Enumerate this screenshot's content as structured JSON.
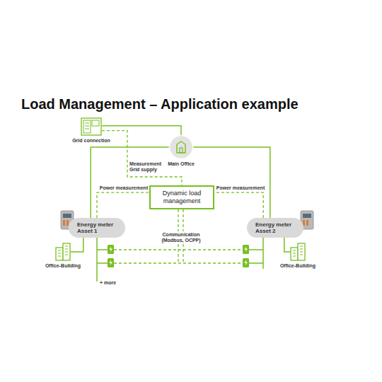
{
  "diagram": {
    "title": "Load Management – Application example",
    "nodes": [
      {
        "text": [
          "Grid connection"
        ]
      },
      {
        "text": [
          "Main Office"
        ]
      },
      {
        "text": [
          "Dynamic load management"
        ]
      },
      {
        "text": [
          "Energy meter Asset 1"
        ]
      },
      {
        "text": [
          "Energy meter Asset 2"
        ]
      },
      {
        "text": [
          "Office-Building"
        ]
      },
      {
        "text": [
          "Office-Building"
        ]
      }
    ],
    "edges": [
      {
        "from": 0,
        "to": 1,
        "arrow": "none"
      },
      {
        "from": 1,
        "to": 3,
        "arrow": "none"
      },
      {
        "from": 1,
        "to": 4,
        "arrow": "none"
      },
      {
        "from": 0,
        "to": 2,
        "label": "Measurement Grid supply",
        "arrow": "none"
      },
      {
        "from": 3,
        "to": 2,
        "label": "Power measurement",
        "arrow": "none"
      },
      {
        "from": 4,
        "to": 2,
        "label": "Power measurement",
        "arrow": "none"
      },
      {
        "from": 3,
        "to": 5,
        "arrow": "none"
      },
      {
        "from": 4,
        "to": 6,
        "arrow": "none"
      }
    ],
    "labels": [
      "Communication (Modbus, OCPP)",
      "+ more"
    ]
  }
}
